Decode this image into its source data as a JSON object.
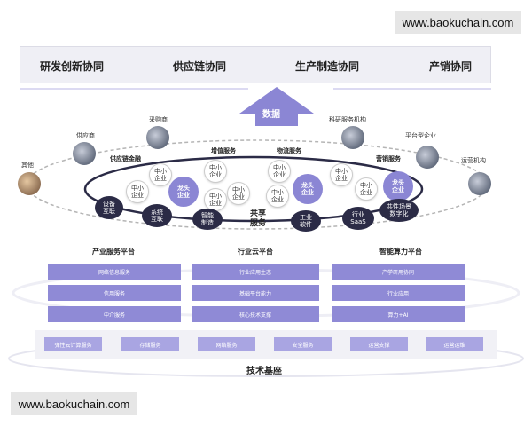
{
  "watermark": {
    "top": "www.baokuchain.com",
    "bottom": "www.baokuchain.com"
  },
  "collaboration": [
    "研发创新协同",
    "供应链协同",
    "生产制造协同",
    "产销协同"
  ],
  "arrow_label": "数据",
  "actors": {
    "supplier": "供应商",
    "purchaser": "采购商",
    "research": "科研服务机构",
    "platform": "平台型企业",
    "operator": "运营机构",
    "other": "其他"
  },
  "services": {
    "supply_chain_finance": "供应链金融",
    "value_added": "增值服务",
    "logistics": "物流服务",
    "marketing": "营销服务"
  },
  "sme": "中小\n企业",
  "leader": "龙头\n企业",
  "nodes": {
    "device": "设备\n互联",
    "system": "系统\n互联",
    "smart": "智能\n制造",
    "industrial": "工业\n软件",
    "saas": "行业\nSaaS",
    "digital": "共性场景\n数字化"
  },
  "shared_service": "共享\n服务",
  "platforms": {
    "industry": "产业服务平台",
    "cloud": "行业云平台",
    "ai": "智能算力平台"
  },
  "platform_boxes": {
    "industry": [
      "网络信息服务",
      "信用服务",
      "中介服务"
    ],
    "cloud": [
      "行业应用生态",
      "基础平台能力",
      "核心技术支撑"
    ],
    "ai": [
      "产学研用协同",
      "行业应用",
      "算力+AI"
    ]
  },
  "tech_items": [
    "弹性云计算服务",
    "存储服务",
    "网络服务",
    "安全服务",
    "运营支撑",
    "运营运维"
  ],
  "tech_base": "技术基座",
  "colors": {
    "accent": "#8b86d4",
    "dark": "#2b2b46",
    "box": "#8f8ad6"
  }
}
